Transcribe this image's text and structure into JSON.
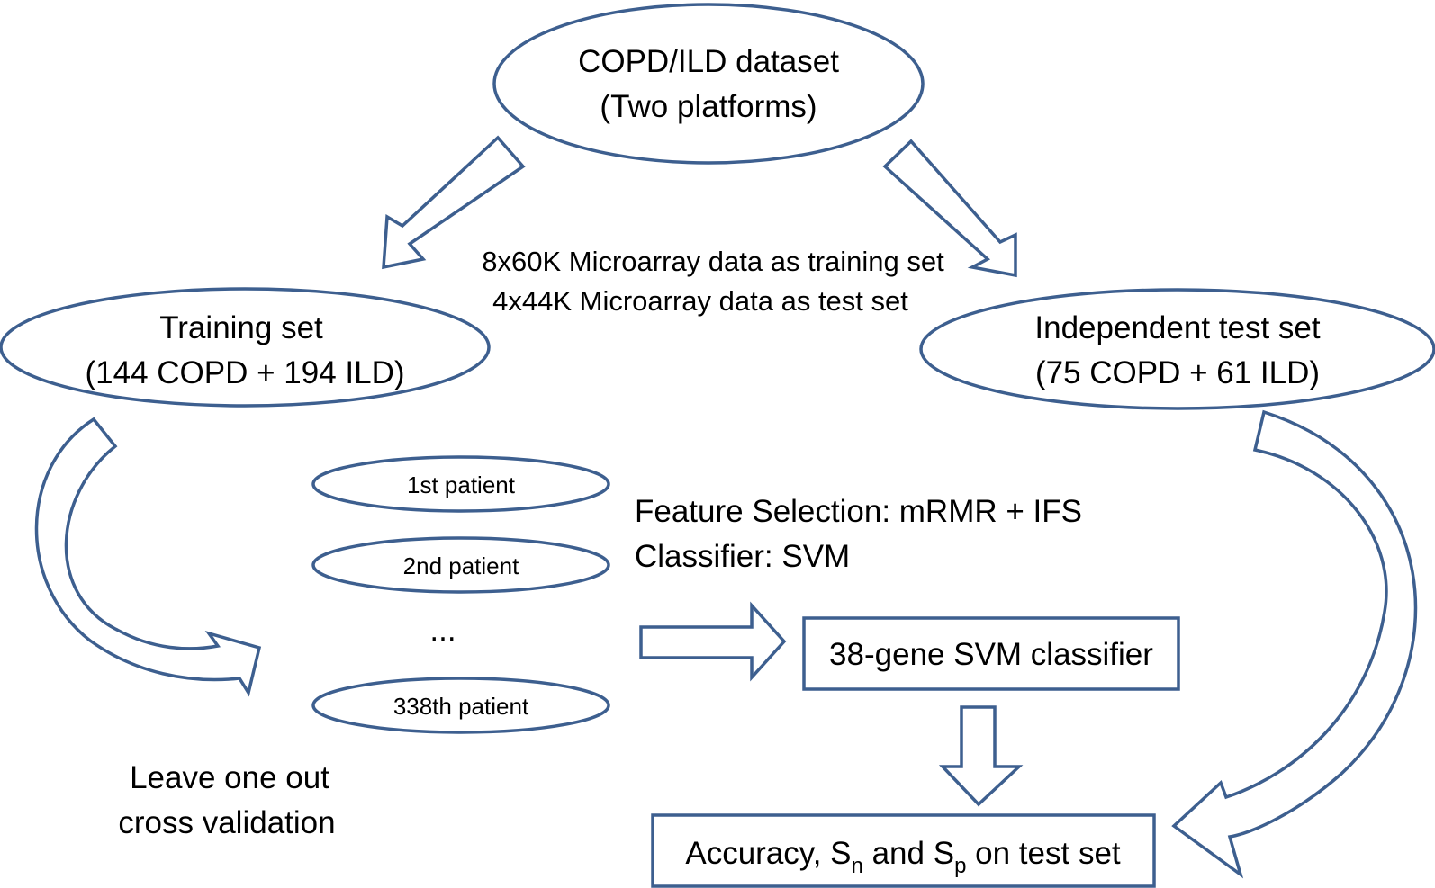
{
  "nodes": {
    "dataset": {
      "line1": "COPD/ILD dataset",
      "line2": "(Two platforms)"
    },
    "training": {
      "line1": "Training set",
      "line2": "(144 COPD + 194 ILD)"
    },
    "test": {
      "line1": "Independent test set",
      "line2": "(75 COPD + 61 ILD)"
    },
    "patient1": "1st patient",
    "patient2": "2nd patient",
    "ellipsis": "...",
    "patient338": "338th patient",
    "classifier": "38-gene SVM classifier",
    "result": {
      "prefix": "Accuracy, S",
      "sub1": "n",
      "mid": " and S",
      "sub2": "p",
      "suffix": "  on test set"
    }
  },
  "labels": {
    "split_line1": "8x60K Microarray data as training set",
    "split_line2": "4x44K Microarray data as test set",
    "method_line1": "Feature Selection: mRMR + IFS",
    "method_line2": "Classifier: SVM",
    "loocv_line1": "Leave one out",
    "loocv_line2": "cross validation"
  },
  "colors": {
    "outline": "#3d5f8f",
    "fill": "#ffffff",
    "text": "#000000"
  }
}
